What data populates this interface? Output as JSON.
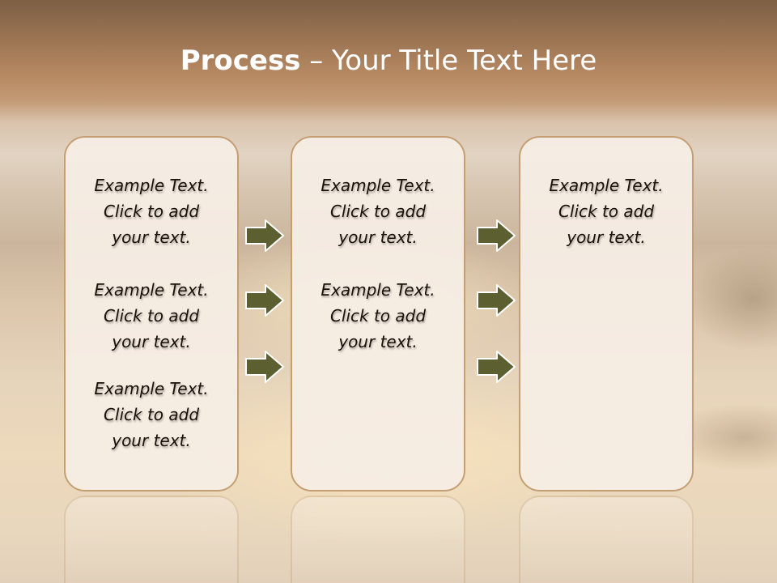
{
  "title": {
    "bold": "Process",
    "rest": " – Your Title Text Here"
  },
  "columns": [
    {
      "blocks": [
        [
          "Example Text.",
          "Click  to add",
          "your text."
        ],
        [
          "Example Text.",
          "Click  to add",
          "your text."
        ],
        [
          "Example Text.",
          "Click  to add",
          "your text."
        ]
      ]
    },
    {
      "blocks": [
        [
          "Example Text.",
          "Click  to add",
          "your text."
        ],
        [
          "Example Text.",
          "Click  to add",
          "your text."
        ]
      ]
    },
    {
      "blocks": [
        [
          "Example Text.",
          "Click  to add",
          "your text."
        ]
      ]
    }
  ],
  "arrow_icon": "right-arrow-icon",
  "colors": {
    "arrow_fill": "#5c6030",
    "arrow_stroke": "#ffffff",
    "card_border": "#c49f74",
    "title": "#ffffff"
  }
}
